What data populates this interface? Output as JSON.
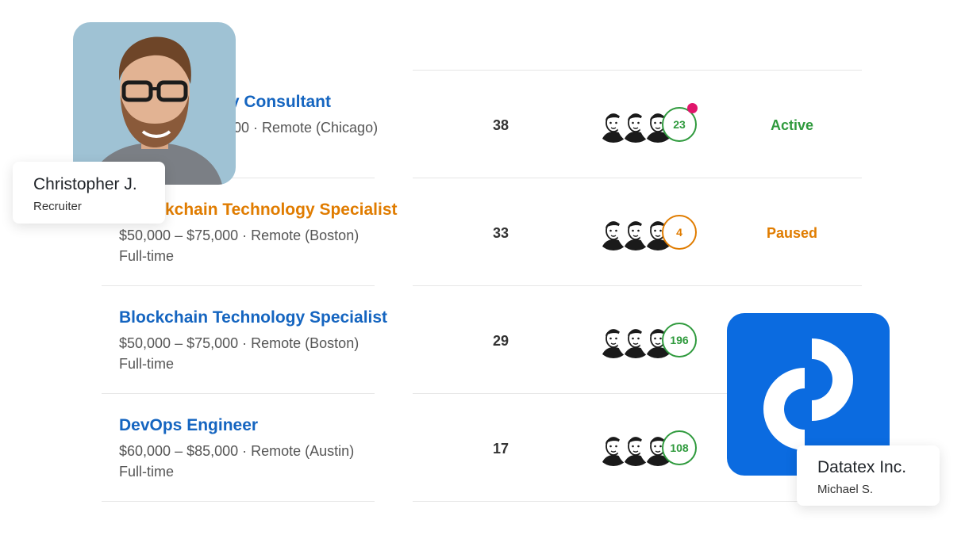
{
  "colors": {
    "link_blue": "#1565c0",
    "paused_orange": "#e07c00",
    "active_green": "#2f9a3d",
    "brand_blue": "#0b6be0",
    "notification_pink": "#e0156b"
  },
  "jobs": [
    {
      "title": "urity Consultant",
      "meta1": "00 · Remote (Chicago)",
      "meta2": "",
      "applicants": "38",
      "badge": "23",
      "status": "Active",
      "title_color": "#1565c0",
      "status_color": "#2f9a3d",
      "badge_color": "#2f9a3d"
    },
    {
      "title": "kchain Technology Specialist",
      "meta1": "$50,000 – $75,000 · Remote (Boston)",
      "meta2": "Full-time",
      "applicants": "33",
      "badge": "4",
      "status": "Paused",
      "title_color": "#e07c00",
      "status_color": "#e07c00",
      "badge_color": "#e07c00"
    },
    {
      "title": "Blockchain Technology Specialist",
      "meta1": "$50,000 – $75,000 · Remote (Boston)",
      "meta2": "Full-time",
      "applicants": "29",
      "badge": "196",
      "status": "",
      "title_color": "#1565c0",
      "status_color": "#2f9a3d",
      "badge_color": "#2f9a3d"
    },
    {
      "title": "DevOps Engineer",
      "meta1": "$60,000 – $85,000 · Remote (Austin)",
      "meta2": "Full-time",
      "applicants": "17",
      "badge": "108",
      "status": "",
      "title_color": "#1565c0",
      "status_color": "#2f9a3d",
      "badge_color": "#2f9a3d"
    }
  ],
  "recruiter_card": {
    "name": "Christopher J.",
    "role": "Recruiter"
  },
  "company_card": {
    "name": "Datatex Inc.",
    "contact": "Michael S."
  },
  "icons": {
    "recruiter_photo": "person-photo-icon",
    "company_logo": "datatex-logo-icon",
    "applicant_avatars": "avatar-sketch-icon"
  }
}
